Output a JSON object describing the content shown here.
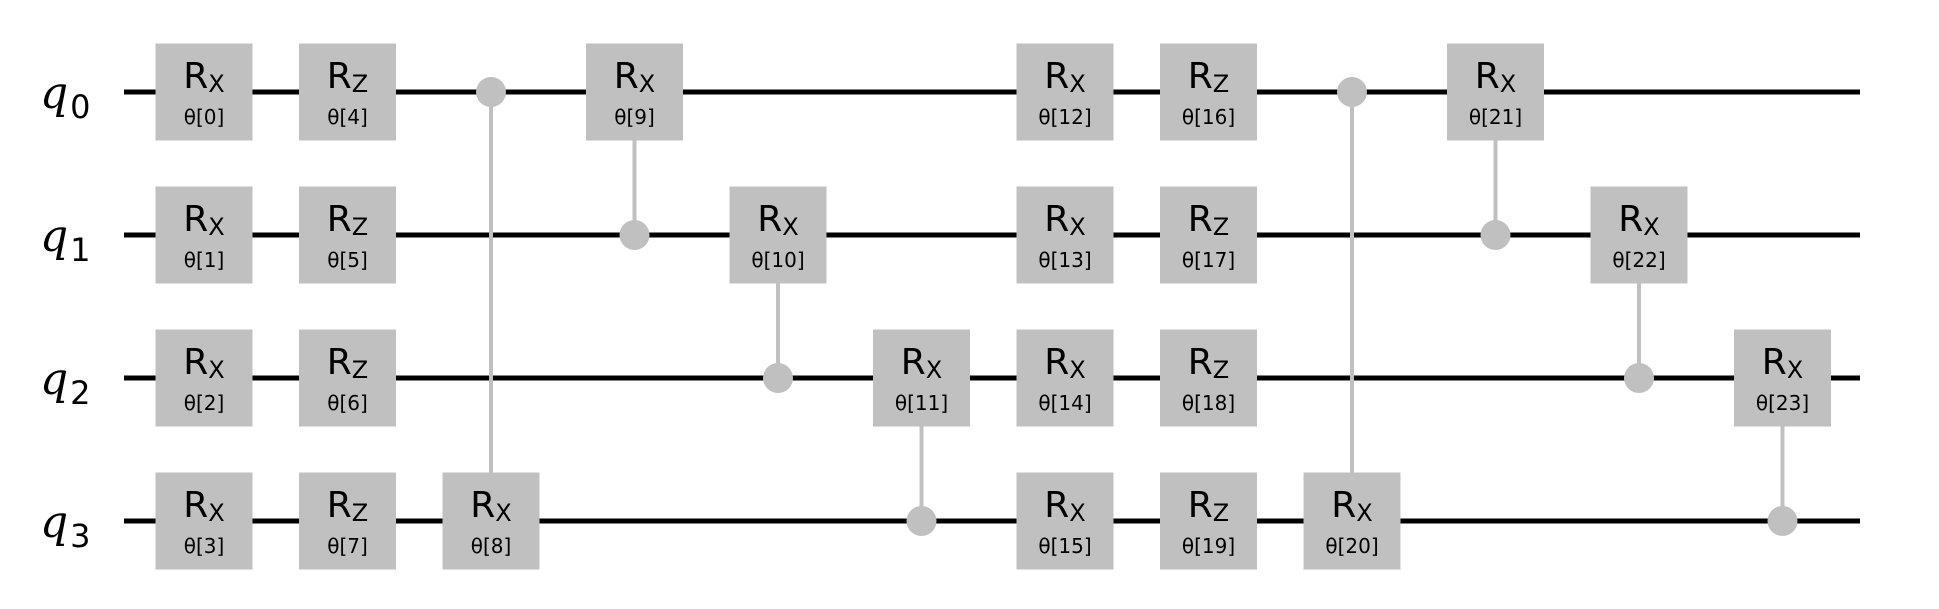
{
  "qubits": [
    {
      "name": "q",
      "index": "0"
    },
    {
      "name": "q",
      "index": "1"
    },
    {
      "name": "q",
      "index": "2"
    },
    {
      "name": "q",
      "index": "3"
    }
  ],
  "colors": {
    "wire": "#000000",
    "gate": "#c0c0c0",
    "control": "#c0c0c0",
    "text": "#000000"
  },
  "gates": [
    {
      "col": 0,
      "target": 0,
      "name": "R",
      "sub": "X",
      "param": "θ[0]"
    },
    {
      "col": 0,
      "target": 1,
      "name": "R",
      "sub": "X",
      "param": "θ[1]"
    },
    {
      "col": 0,
      "target": 2,
      "name": "R",
      "sub": "X",
      "param": "θ[2]"
    },
    {
      "col": 0,
      "target": 3,
      "name": "R",
      "sub": "X",
      "param": "θ[3]"
    },
    {
      "col": 1,
      "target": 0,
      "name": "R",
      "sub": "Z",
      "param": "θ[4]"
    },
    {
      "col": 1,
      "target": 1,
      "name": "R",
      "sub": "Z",
      "param": "θ[5]"
    },
    {
      "col": 1,
      "target": 2,
      "name": "R",
      "sub": "Z",
      "param": "θ[6]"
    },
    {
      "col": 1,
      "target": 3,
      "name": "R",
      "sub": "Z",
      "param": "θ[7]"
    },
    {
      "col": 2,
      "target": 3,
      "control": 0,
      "name": "R",
      "sub": "X",
      "param": "θ[8]"
    },
    {
      "col": 3,
      "target": 0,
      "control": 1,
      "name": "R",
      "sub": "X",
      "param": "θ[9]"
    },
    {
      "col": 4,
      "target": 1,
      "control": 2,
      "name": "R",
      "sub": "X",
      "param": "θ[10]"
    },
    {
      "col": 5,
      "target": 2,
      "control": 3,
      "name": "R",
      "sub": "X",
      "param": "θ[11]"
    },
    {
      "col": 6,
      "target": 0,
      "name": "R",
      "sub": "X",
      "param": "θ[12]"
    },
    {
      "col": 6,
      "target": 1,
      "name": "R",
      "sub": "X",
      "param": "θ[13]"
    },
    {
      "col": 6,
      "target": 2,
      "name": "R",
      "sub": "X",
      "param": "θ[14]"
    },
    {
      "col": 6,
      "target": 3,
      "name": "R",
      "sub": "X",
      "param": "θ[15]"
    },
    {
      "col": 7,
      "target": 0,
      "name": "R",
      "sub": "Z",
      "param": "θ[16]"
    },
    {
      "col": 7,
      "target": 1,
      "name": "R",
      "sub": "Z",
      "param": "θ[17]"
    },
    {
      "col": 7,
      "target": 2,
      "name": "R",
      "sub": "Z",
      "param": "θ[18]"
    },
    {
      "col": 7,
      "target": 3,
      "name": "R",
      "sub": "Z",
      "param": "θ[19]"
    },
    {
      "col": 8,
      "target": 3,
      "control": 0,
      "name": "R",
      "sub": "X",
      "param": "θ[20]"
    },
    {
      "col": 9,
      "target": 0,
      "control": 1,
      "name": "R",
      "sub": "X",
      "param": "θ[21]"
    },
    {
      "col": 10,
      "target": 1,
      "control": 2,
      "name": "R",
      "sub": "X",
      "param": "θ[22]"
    },
    {
      "col": 11,
      "target": 2,
      "control": 3,
      "name": "R",
      "sub": "X",
      "param": "θ[23]"
    }
  ]
}
